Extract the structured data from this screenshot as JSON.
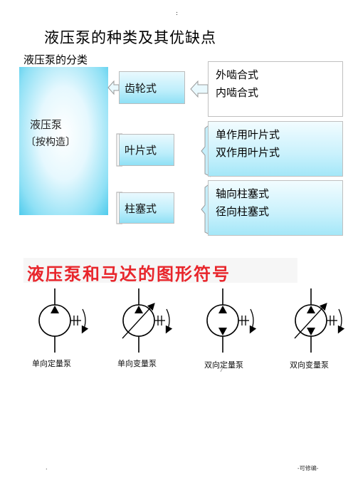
{
  "top_mark": ":",
  "title": "液压泵的种类及其优缺点",
  "classification": {
    "heading": "液压泵的分类",
    "pump_label": "液压泵",
    "pump_sub": "〔按构造〕",
    "types": [
      {
        "label": "齿轮式",
        "options": [
          "外啮合式",
          "内啮合式"
        ]
      },
      {
        "label": "叶片式",
        "options": [
          "单作用叶片式",
          "双作用叶片式"
        ]
      },
      {
        "label": "柱塞式",
        "options": [
          "轴向柱塞式",
          "径向柱塞式"
        ]
      }
    ]
  },
  "symbols": {
    "heading": "液压泵和马达的图形符号",
    "items": [
      {
        "label": "单向定量泵"
      },
      {
        "label": "单向变量泵"
      },
      {
        "label": "双向定量泵"
      },
      {
        "label": "双向变量泵"
      }
    ],
    "stray_mark": "⁄"
  },
  "footer": {
    "left": ".",
    "right": "-可修编-"
  },
  "colors": {
    "accent_red": "#e8252b",
    "cyan": "#4fcbec",
    "light_cyan": "#bdeefb"
  }
}
